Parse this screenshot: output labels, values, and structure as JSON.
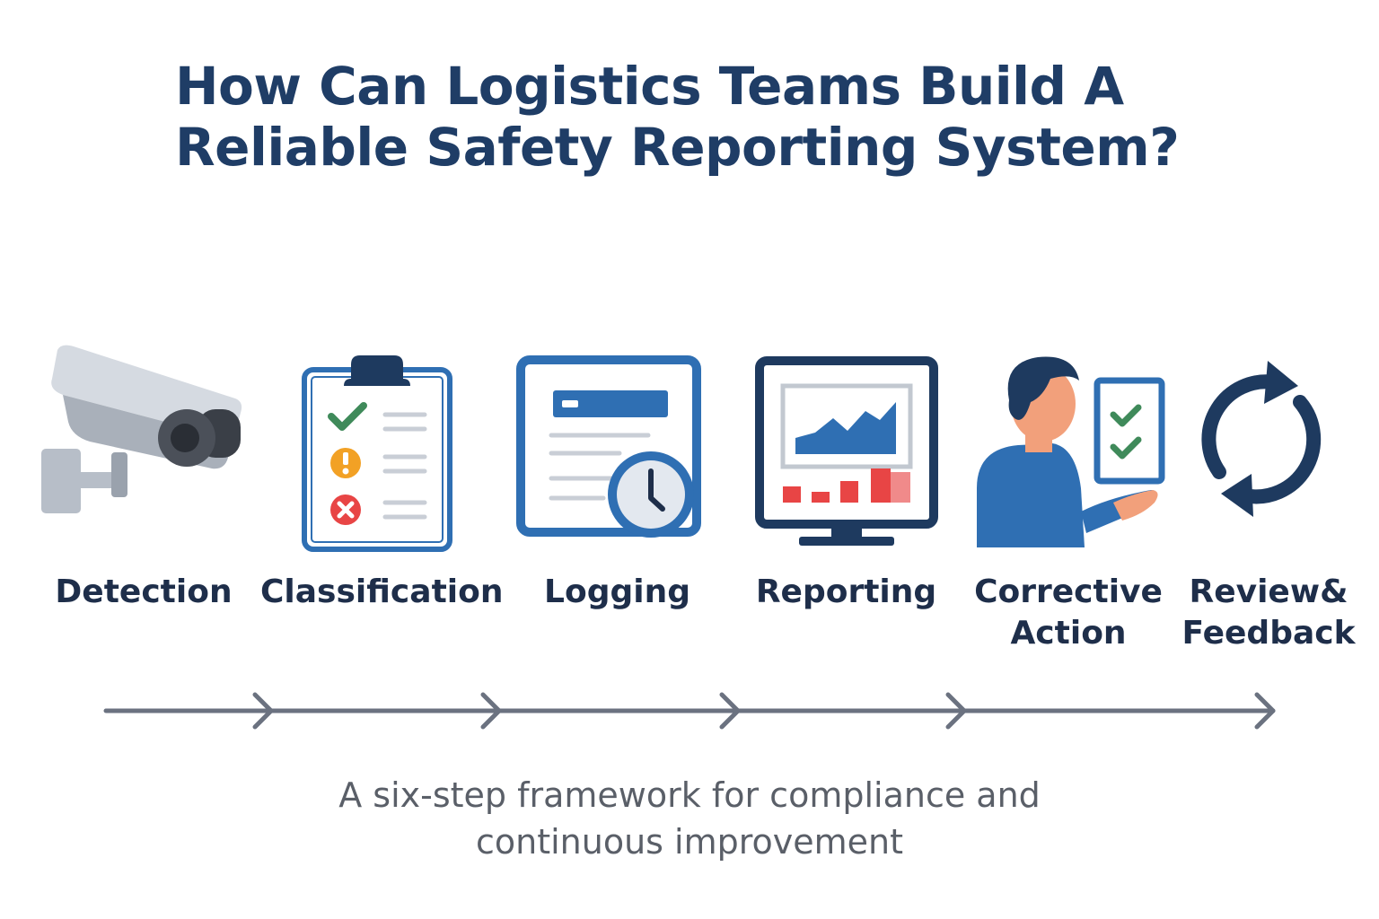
{
  "title": {
    "line1": "How Can Logistics Teams Build A",
    "line2": "Reliable Safety Reporting System?"
  },
  "steps": [
    {
      "icon": "security-camera-icon",
      "lines": [
        "Detection"
      ]
    },
    {
      "icon": "clipboard-checklist-icon",
      "lines": [
        "Classification"
      ]
    },
    {
      "icon": "document-clock-icon",
      "lines": [
        "Logging"
      ]
    },
    {
      "icon": "monitor-chart-icon",
      "lines": [
        "Reporting"
      ]
    },
    {
      "icon": "person-checklist-icon",
      "lines": [
        "Corrective",
        "Action"
      ]
    },
    {
      "icon": "refresh-cycle-icon",
      "lines": [
        "Review&",
        "Feedback"
      ]
    }
  ],
  "subtitle": {
    "line1": "A six-step framework for compliance and",
    "line2": "continuous improvement"
  },
  "colors": {
    "title": "#1f3d66",
    "label": "#1e2e4a",
    "primary_blue": "#2f6fb3",
    "dark_navy": "#1e3a5f",
    "check_green": "#3f8a5a",
    "alert_orange": "#f2a125",
    "alert_red": "#e84545",
    "timeline": "#6b7280",
    "subtitle": "#5a5f68"
  }
}
